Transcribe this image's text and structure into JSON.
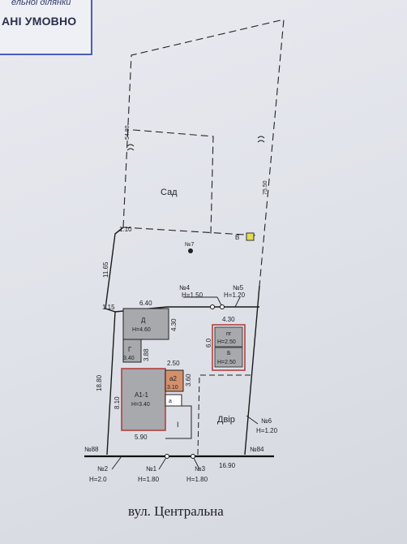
{
  "stamp": {
    "top_text": "ельної ділянки",
    "main_text": "АНІ УМОВНО"
  },
  "garden_label": "Сад",
  "yard_label": "Двір",
  "marker_b": "В",
  "point_7": "№7",
  "dimensions": {
    "left_upper": "54.80",
    "right_upper": "75.50",
    "top_small": "1.10",
    "left_mid": "11.65",
    "left_step": "1.15",
    "left_low": "18.80",
    "d_width": "6.40",
    "d_height": "4.30",
    "g_height": "3.88",
    "a11_height": "8.10",
    "mid_width": "2.50",
    "a2_height": "3.60",
    "bottom_a11": "5.90",
    "outbuilding_width": "4.30",
    "outbuilding_height": "6.0",
    "bottom_right": "16.90"
  },
  "buildings": {
    "d": {
      "letter": "Д",
      "height": "H=4.60"
    },
    "g": {
      "letter": "Г",
      "height": "3.40"
    },
    "a11": {
      "letter": "А1-1",
      "height": "H=3.40"
    },
    "a2": {
      "letter": "а2",
      "height": "3.10"
    },
    "a": {
      "letter": "а"
    },
    "porch": {
      "letter": "I"
    },
    "pg": {
      "letter": "пг",
      "height": "H=2.50"
    },
    "b": {
      "letter": "Б",
      "height": "H=2.50"
    }
  },
  "fences": {
    "n1": {
      "num": "№1",
      "h": "H=1.80"
    },
    "n2": {
      "num": "№2",
      "h": "H=2.0"
    },
    "n3": {
      "num": "№3",
      "h": "H=1.80"
    },
    "n4": {
      "num": "№4",
      "h": "H=1.50"
    },
    "n5": {
      "num": "№5",
      "h": "H=1.20"
    },
    "n6": {
      "num": "№6",
      "h": "H=1.20"
    },
    "n84": {
      "num": "№84"
    },
    "n88": {
      "num": "№88"
    }
  },
  "street": "вул. Центральна"
}
